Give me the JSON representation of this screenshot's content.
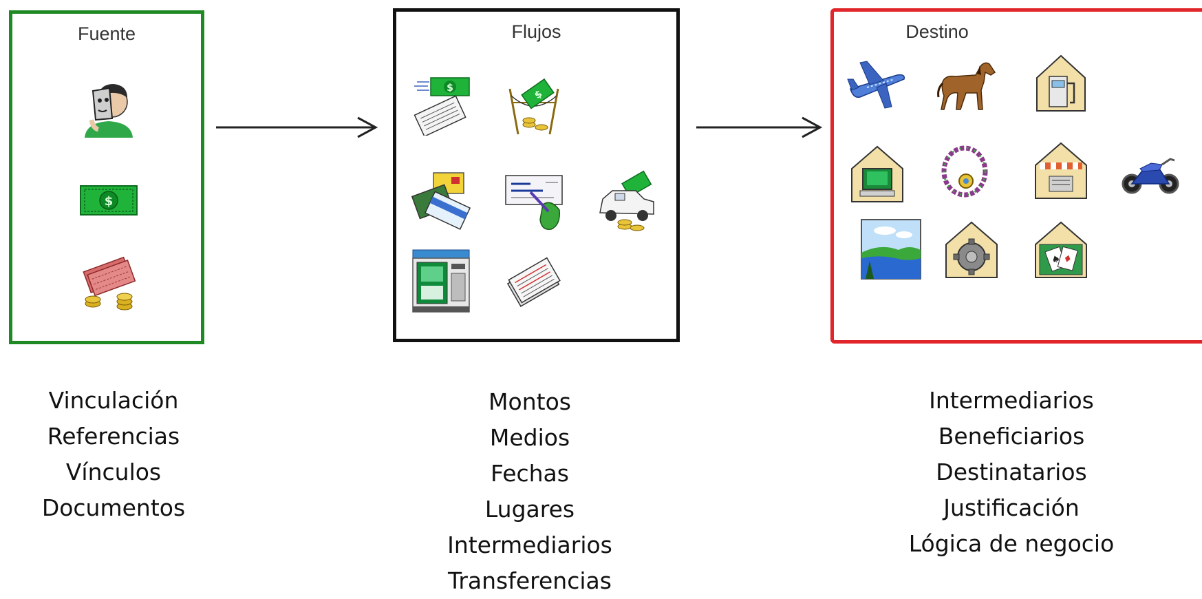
{
  "panels": {
    "fuente": {
      "title": "Fuente",
      "border_color": "#1f8a24",
      "icons": [
        "person-mask-icon",
        "dollar-bill-icon",
        "money-stack-coins-icon"
      ]
    },
    "flujos": {
      "title": "Flujos",
      "border_color": "#111111",
      "icons": [
        "cash-documents-icon",
        "money-transfer-tower-icon",
        "payment-cards-icon",
        "check-signing-icon",
        "armored-car-money-icon",
        "atm-machine-icon",
        "stock-certificates-icon"
      ]
    },
    "destino": {
      "title": "Destino",
      "border_color": "#e0262a",
      "icons": [
        "airplane-icon",
        "horse-icon",
        "gas-station-icon",
        "computer-house-icon",
        "jewelry-necklace-icon",
        "shop-house-icon",
        "motorcycle-icon",
        "landscape-painting-icon",
        "factory-gear-icon",
        "casino-house-icon"
      ]
    }
  },
  "captions": {
    "fuente": [
      "Vinculación",
      "Referencias",
      "Vínculos",
      "Documentos"
    ],
    "flujos": [
      "Montos",
      "Medios",
      "Fechas",
      "Lugares",
      "Intermediarios",
      "Transferencias"
    ],
    "destino": [
      "Intermediarios",
      "Beneficiarios",
      "Destinatarios",
      "Justificación",
      "Lógica de negocio"
    ]
  }
}
